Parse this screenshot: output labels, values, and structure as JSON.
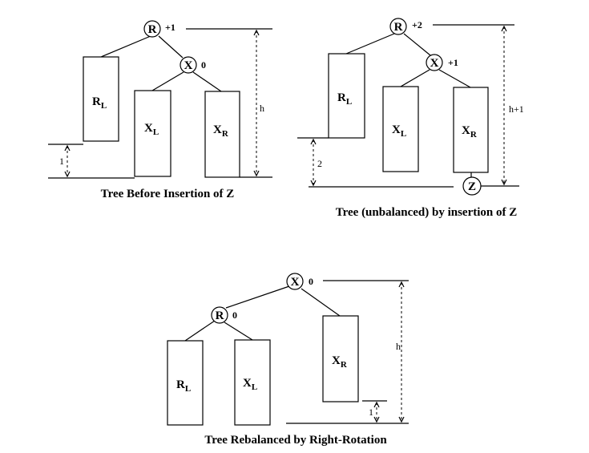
{
  "diagrams": {
    "before": {
      "root_label": "R",
      "root_balance": "+1",
      "child_label": "X",
      "child_balance": "0",
      "subtree_rl": {
        "main": "R",
        "sub": "L"
      },
      "subtree_xl": {
        "main": "X",
        "sub": "L"
      },
      "subtree_xr": {
        "main": "X",
        "sub": "R"
      },
      "height_label": "h",
      "diff_label": "1",
      "caption": "Tree Before Insertion of Z"
    },
    "unbalanced": {
      "root_label": "R",
      "root_balance": "+2",
      "child_label": "X",
      "child_balance": "+1",
      "subtree_rl": {
        "main": "R",
        "sub": "L"
      },
      "subtree_xl": {
        "main": "X",
        "sub": "L"
      },
      "subtree_xr": {
        "main": "X",
        "sub": "R"
      },
      "inserted_label": "Z",
      "height_label": "h+1",
      "diff_label": "2",
      "caption": "Tree (unbalanced) by insertion of Z"
    },
    "rebalanced": {
      "root_label": "X",
      "root_balance": "0",
      "child_label": "R",
      "child_balance": "0",
      "subtree_rl": {
        "main": "R",
        "sub": "L"
      },
      "subtree_xl": {
        "main": "X",
        "sub": "L"
      },
      "subtree_xr": {
        "main": "X",
        "sub": "R"
      },
      "height_label": "h",
      "diff_label": "1",
      "caption": "Tree Rebalanced by Right-Rotation"
    }
  }
}
